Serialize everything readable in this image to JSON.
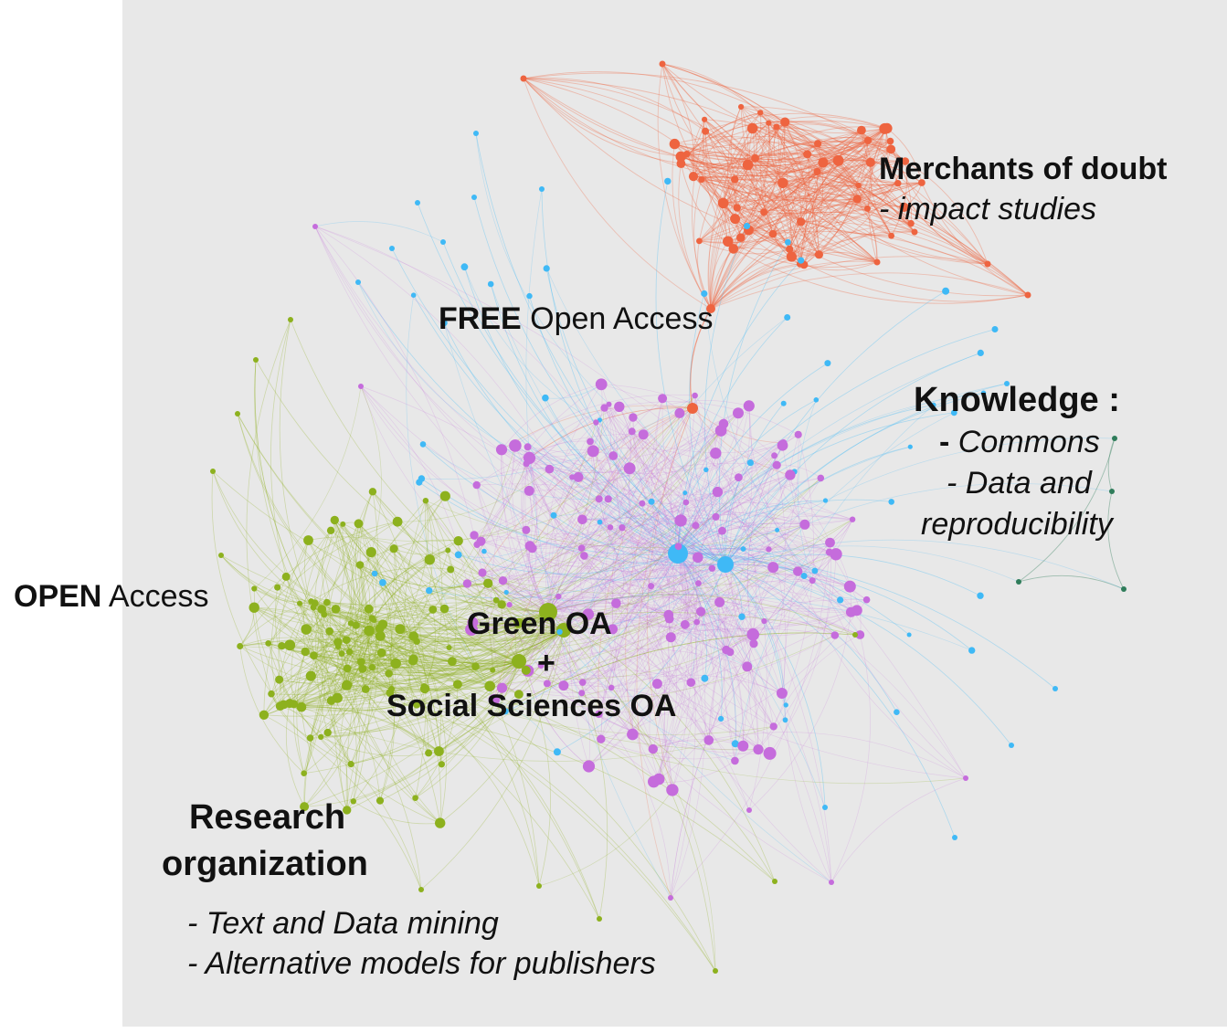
{
  "colors": {
    "background": "#e8e8e8",
    "orange": "#ee6440",
    "blue": "#3fb9f6",
    "purple": "#c56cdc",
    "green": "#8db11e",
    "darkgreen": "#2f7c5a"
  },
  "labels": {
    "merchants": {
      "title": "Merchants of doubt",
      "sub": "- impact studies"
    },
    "free": {
      "bold": "FREE",
      "rest": " Open Access"
    },
    "knowledge": {
      "title": "Knowledge :",
      "dash1": "- ",
      "line1": "Commons",
      "line2": "- Data and",
      "line3": "reproducibility"
    },
    "open": {
      "bold": "OPEN",
      "rest": " Access"
    },
    "green": {
      "line1": "Green OA",
      "line2": "+",
      "line3": "Social Sciences OA"
    },
    "research": {
      "line1": "Research",
      "line2": "organization",
      "item1": "- Text and Data mining",
      "item2": "- Alternative models for publishers"
    }
  }
}
